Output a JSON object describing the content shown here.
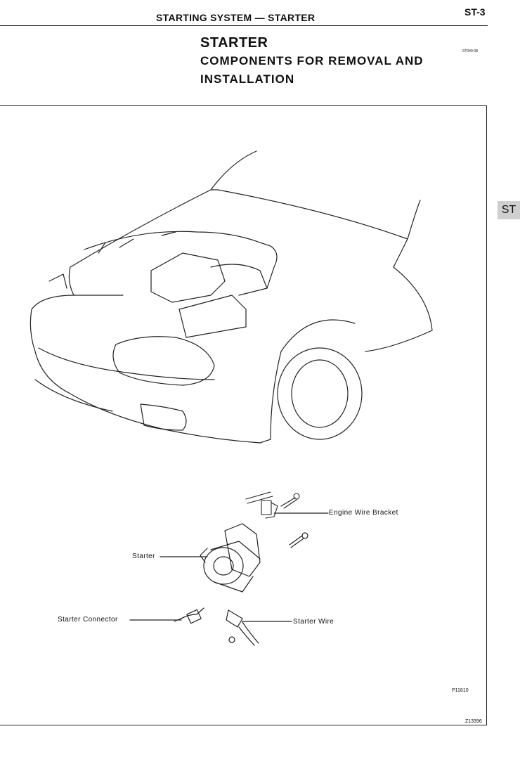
{
  "header": {
    "title": "STARTING SYSTEM — STARTER",
    "page": "ST-3"
  },
  "section": {
    "title": "STARTER",
    "subtitle_line1": "COMPONENTS FOR REMOVAL AND",
    "subtitle_line2": "INSTALLATION",
    "code": "ST040-08"
  },
  "side_tab": "ST",
  "figure": {
    "labels": {
      "engine_wire_bracket": "Engine Wire Bracket",
      "starter": "Starter",
      "starter_connector": "Starter Connector",
      "starter_wire": "Starter Wire"
    },
    "figure_code": "P11810",
    "image_code": "Z13396"
  }
}
